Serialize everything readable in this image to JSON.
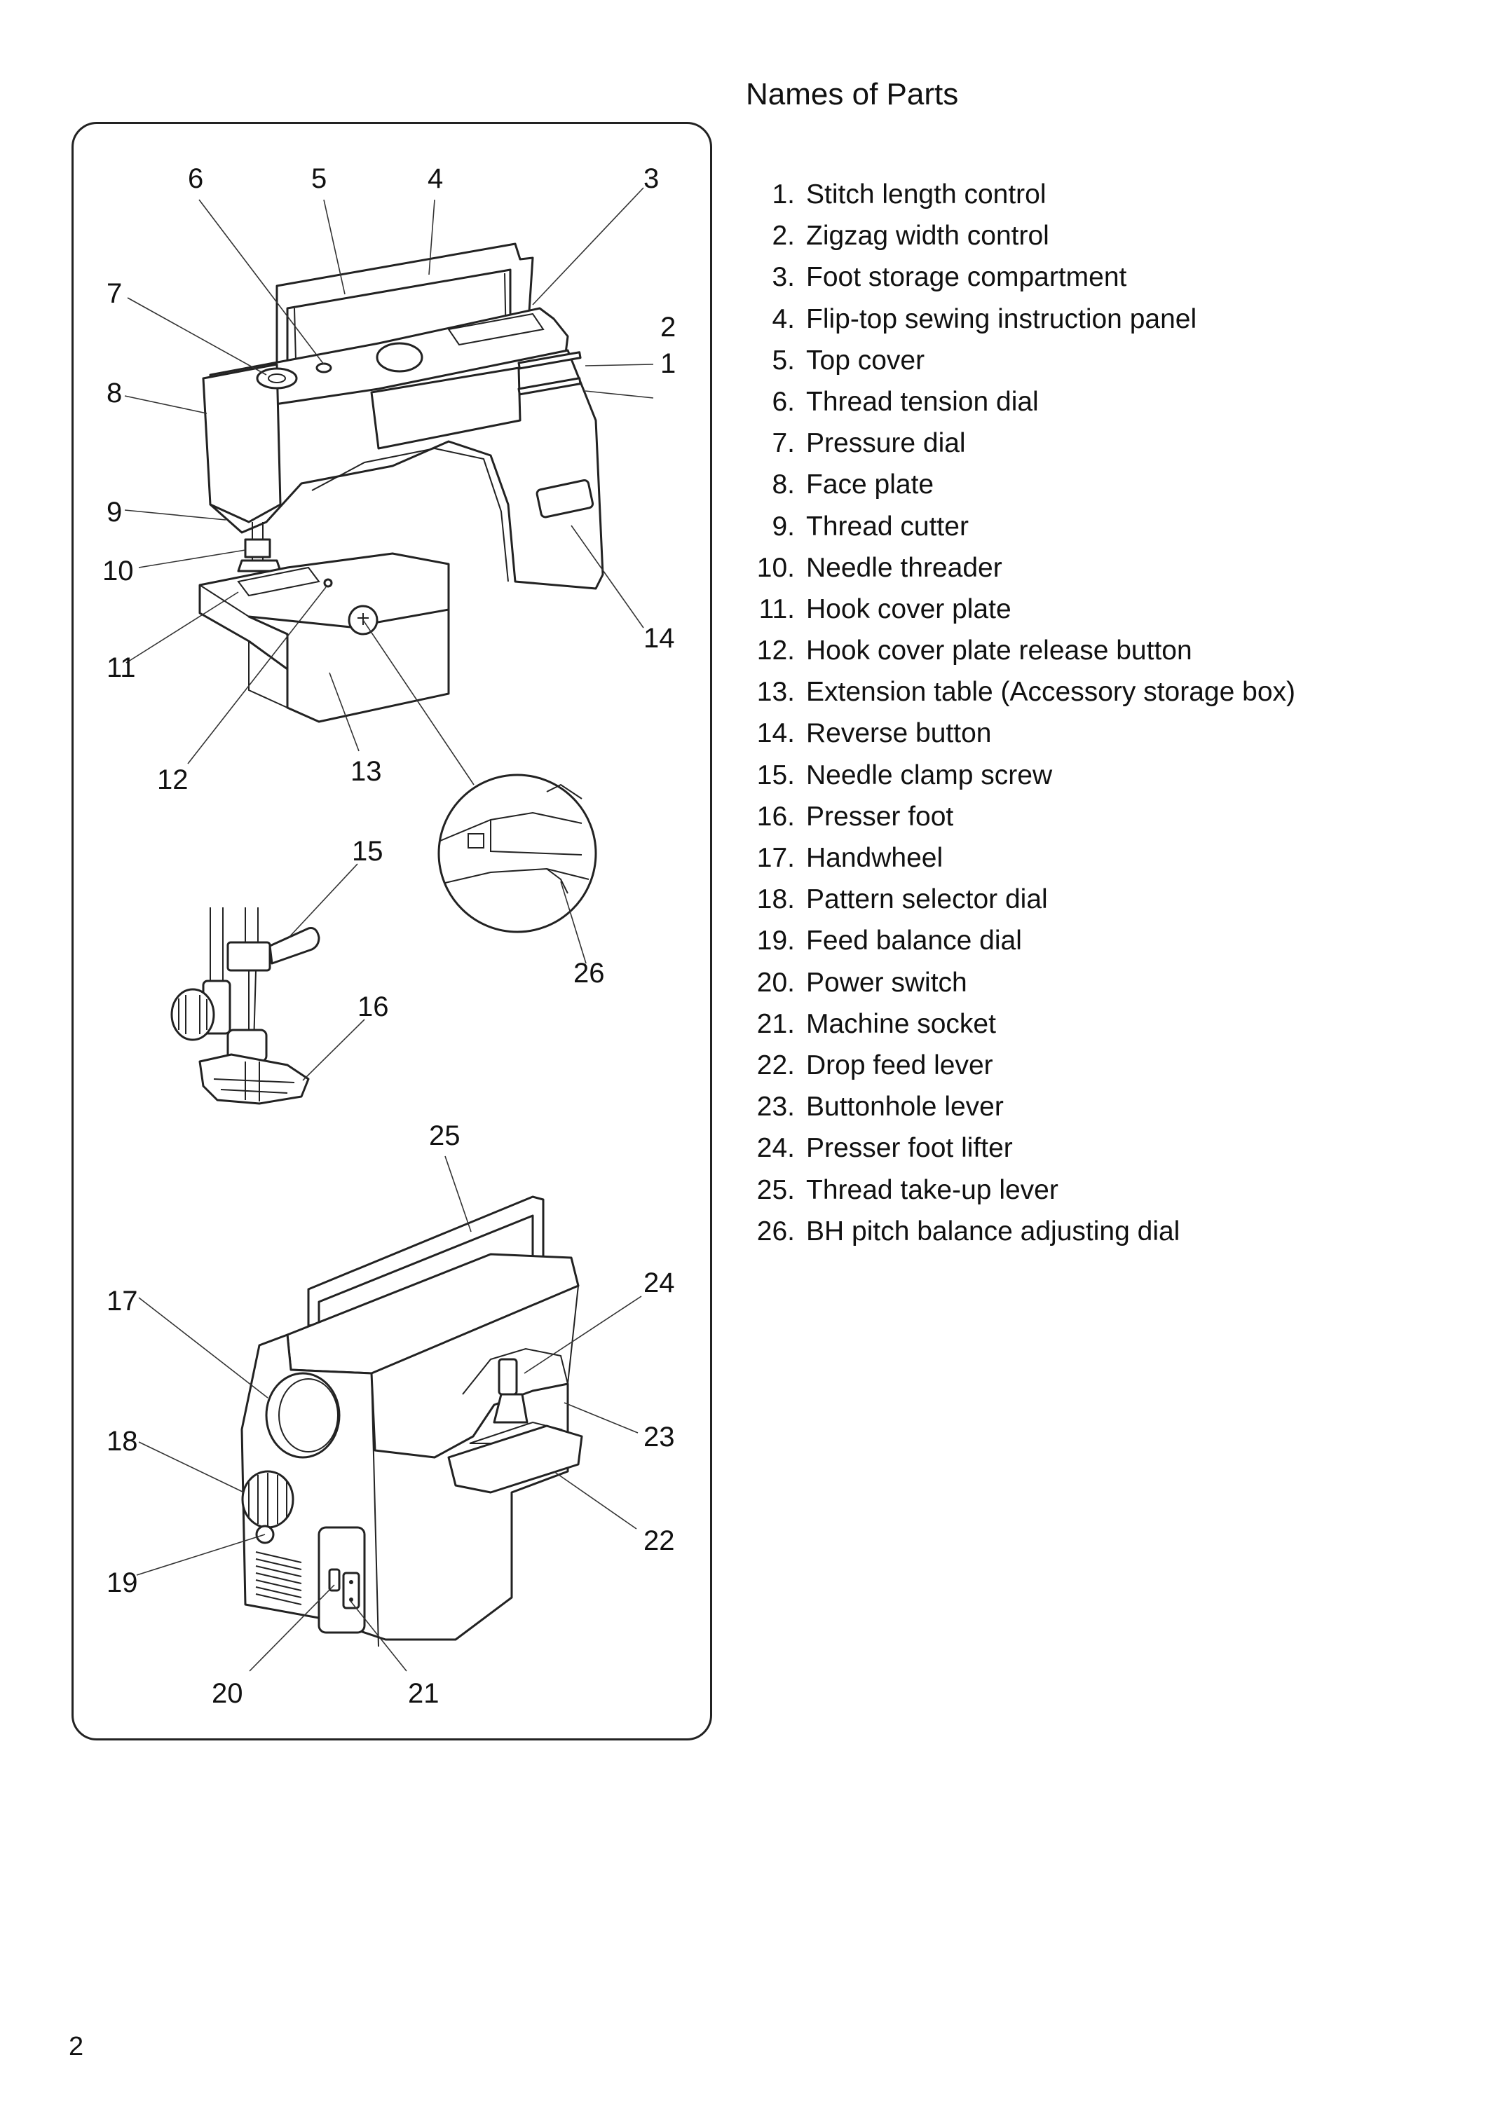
{
  "page": {
    "title": "Names of Parts",
    "page_number": "2"
  },
  "parts": [
    {
      "num": "1.",
      "name": "Stitch length control"
    },
    {
      "num": "2.",
      "name": "Zigzag width control"
    },
    {
      "num": "3.",
      "name": "Foot storage compartment"
    },
    {
      "num": "4.",
      "name": "Flip-top sewing instruction panel"
    },
    {
      "num": "5.",
      "name": "Top cover"
    },
    {
      "num": "6.",
      "name": "Thread tension dial"
    },
    {
      "num": "7.",
      "name": "Pressure dial"
    },
    {
      "num": "8.",
      "name": "Face plate"
    },
    {
      "num": "9.",
      "name": "Thread cutter"
    },
    {
      "num": "10.",
      "name": "Needle threader"
    },
    {
      "num": "11.",
      "name": "Hook cover plate"
    },
    {
      "num": "12.",
      "name": "Hook cover plate release button"
    },
    {
      "num": "13.",
      "name": "Extension table (Accessory storage box)"
    },
    {
      "num": "14.",
      "name": "Reverse button"
    },
    {
      "num": "15.",
      "name": "Needle clamp screw"
    },
    {
      "num": "16.",
      "name": "Presser foot"
    },
    {
      "num": "17.",
      "name": "Handwheel"
    },
    {
      "num": "18.",
      "name": "Pattern selector dial"
    },
    {
      "num": "19.",
      "name": "Feed balance dial"
    },
    {
      "num": "20.",
      "name": "Power switch"
    },
    {
      "num": "21.",
      "name": "Machine socket"
    },
    {
      "num": "22.",
      "name": "Drop feed lever"
    },
    {
      "num": "23.",
      "name": "Buttonhole lever"
    },
    {
      "num": "24.",
      "name": "Presser foot lifter"
    },
    {
      "num": "25.",
      "name": "Thread take-up lever"
    },
    {
      "num": "26.",
      "name": "BH pitch balance adjusting dial"
    }
  ],
  "callouts": [
    "1",
    "2",
    "3",
    "4",
    "5",
    "6",
    "7",
    "8",
    "9",
    "10",
    "11",
    "12",
    "13",
    "14",
    "15",
    "16",
    "17",
    "18",
    "19",
    "20",
    "21",
    "22",
    "23",
    "24",
    "25",
    "26"
  ]
}
